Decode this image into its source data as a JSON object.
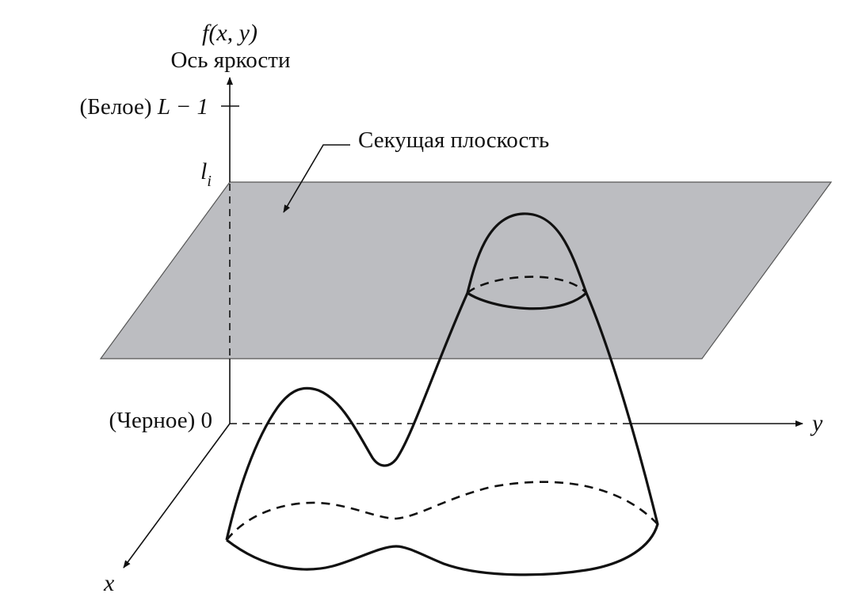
{
  "labels": {
    "function_label": "f(x, y)",
    "brightness_axis": "Ось яркости",
    "white_prefix": "(Белое) ",
    "white_value": "L − 1",
    "slice_level_base": "l",
    "slice_level_sub": "i",
    "cutting_plane": "Секущая плоскость",
    "black_label": "(Черное) 0",
    "y_axis": "y",
    "x_axis": "x"
  },
  "colors": {
    "plane_fill": "#bcbdc1",
    "plane_stroke": "#555555",
    "line": "#111111"
  }
}
